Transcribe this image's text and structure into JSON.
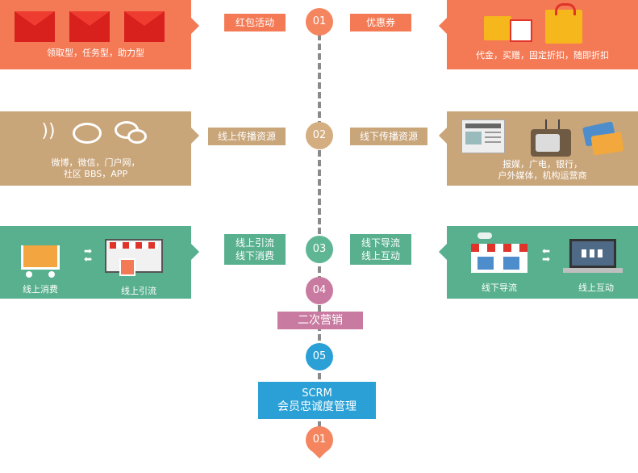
{
  "rows": [
    {
      "num": "01",
      "left_tag": "红包活动",
      "right_tag": "优惠券",
      "left_caption": "领取型，任务型，助力型",
      "right_caption": "代金，买赠，固定折扣，随即折扣"
    },
    {
      "num": "02",
      "left_tag": "线上传播资源",
      "right_tag": "线下传播资源",
      "left_caption_1": "微博，微信，门户网，",
      "left_caption_2": "社区 BBS，APP",
      "right_caption_1": "报媒，广电，银行，",
      "right_caption_2": "户外媒体，机构运营商"
    },
    {
      "num": "03",
      "left_tag_1": "线上引流",
      "left_tag_2": "线下消费",
      "right_tag_1": "线下导流",
      "right_tag_2": "线上互动",
      "left_label_a": "线上消费",
      "left_label_b": "线上引流",
      "right_label_a": "线下导流",
      "right_label_b": "线上互动"
    }
  ],
  "step4": {
    "num": "04",
    "label": "二次营销"
  },
  "step5": {
    "num": "05",
    "label_1": "SCRM",
    "label_2": "会员忠诚度管理"
  },
  "step6": {
    "num": "01"
  },
  "colors": {
    "orange": "#f47a55",
    "tan": "#c9a57a",
    "green": "#58b08f",
    "pink": "#c97aa0",
    "blue": "#2aa0d6",
    "badge_orange": "#f4855e",
    "badge_tan": "#d4ad80",
    "badge_green": "#5fb694"
  }
}
